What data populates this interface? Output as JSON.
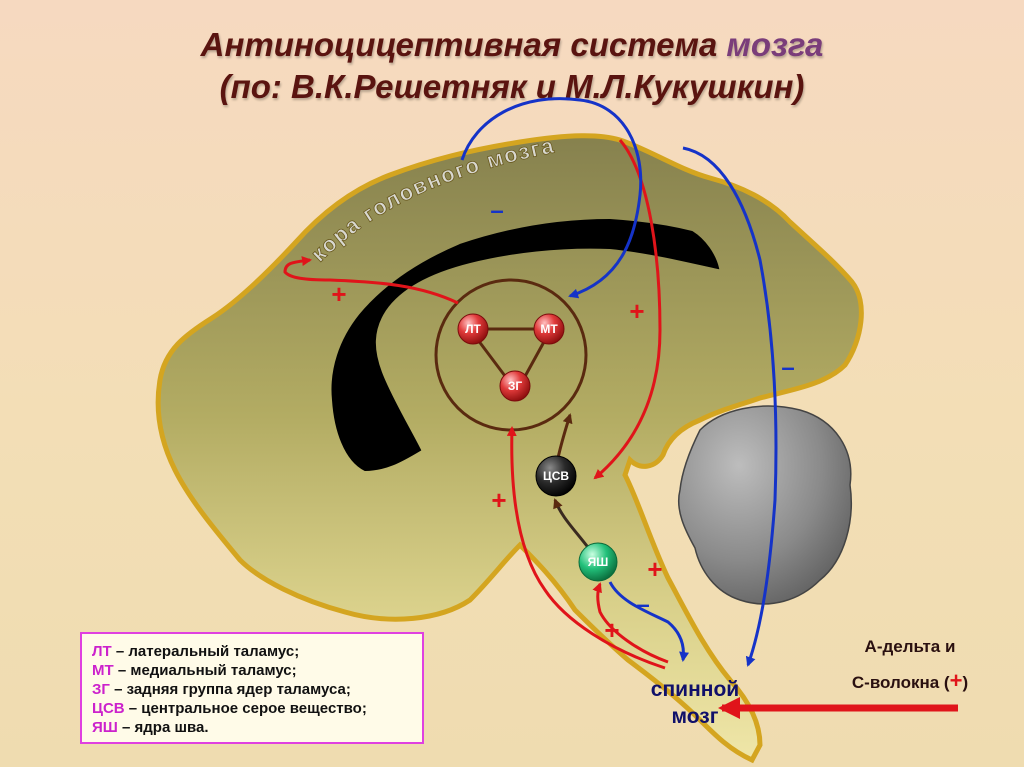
{
  "title": {
    "line1_part1": "Антиноцицептивная система",
    "line1_part2": "мозга",
    "line2": "(по: В.К.Решетняк и М.Л.Кукушкин)"
  },
  "cortex_label": "кора головного мозга",
  "nodes": {
    "lt": "ЛТ",
    "mt": "МТ",
    "zg": "ЗГ",
    "csv": "ЦСВ",
    "yash": "ЯШ"
  },
  "signs": {
    "plus": "+",
    "minus": "–"
  },
  "spinal_cord": {
    "line1": "спинной",
    "line2": "мозг"
  },
  "fibers": {
    "line1": "А-дельта и",
    "line2_text": "С-волокна (",
    "line2_plus": "+",
    "line2_close": ")"
  },
  "legend": [
    {
      "abbr": "ЛТ",
      "text": " – латеральный таламус;"
    },
    {
      "abbr": "МТ",
      "text": " – медиальный таламус;"
    },
    {
      "abbr": "ЗГ",
      "text": " – задняя группа ядер таламуса;"
    },
    {
      "abbr": "ЦСВ",
      "text": " – центральное серое вещество;"
    },
    {
      "abbr": "ЯШ",
      "text": " – ядра шва."
    }
  ],
  "colors": {
    "excitatory": "#e0141a",
    "inhibitory": "#1533c8",
    "brain_outline": "#d4a520",
    "thalamus_ring": "#5a2a10"
  }
}
